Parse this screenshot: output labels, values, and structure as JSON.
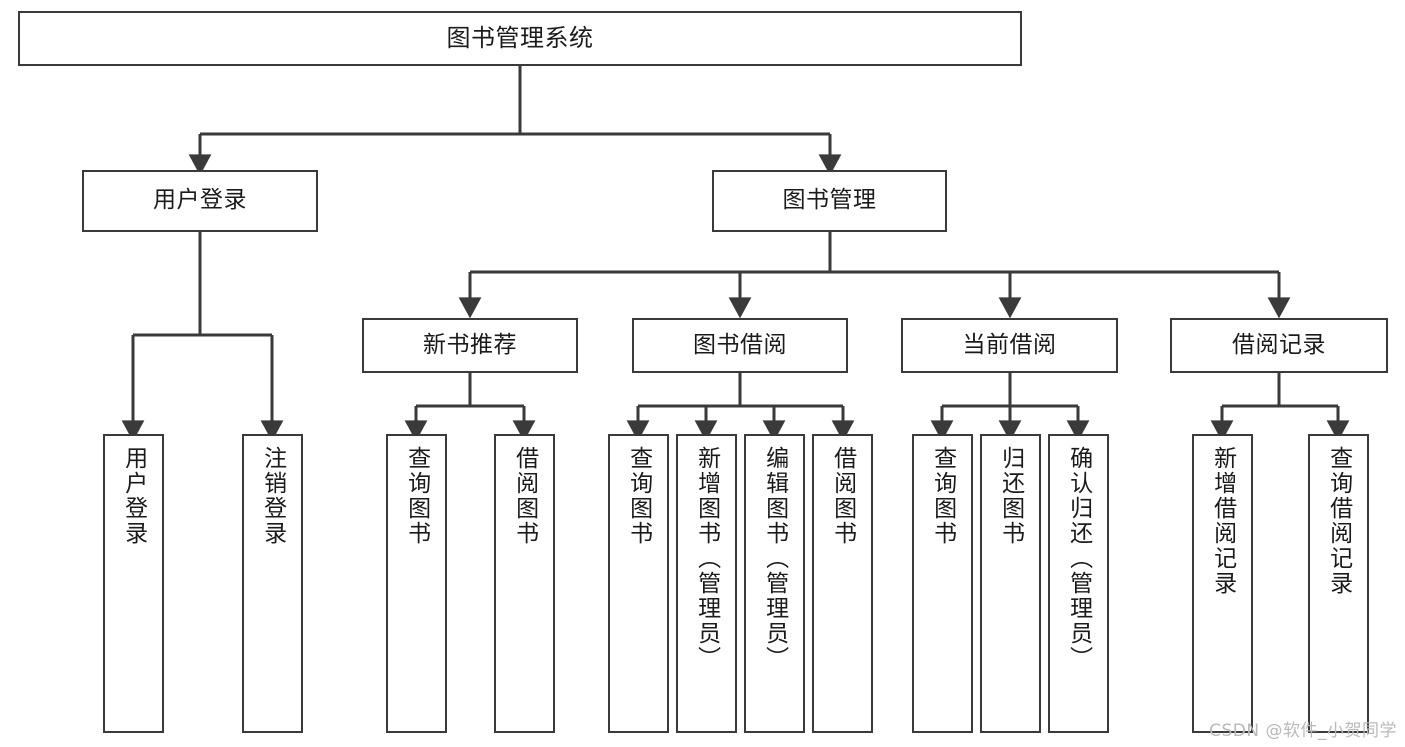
{
  "diagram": {
    "title": "图书管理系统",
    "type": "tree-hierarchy-chart",
    "stroke_color": "#3a3a3a",
    "text_color": "#1b1b1b",
    "background_color": "#ffffff"
  },
  "nodes": {
    "root": {
      "label": "图书管理系统"
    },
    "level2": [
      {
        "label": "用户登录"
      },
      {
        "label": "图书管理"
      }
    ],
    "level3": [
      {
        "label": "新书推荐"
      },
      {
        "label": "图书借阅"
      },
      {
        "label": "当前借阅"
      },
      {
        "label": "借阅记录"
      }
    ],
    "leaves_user_login": [
      {
        "label": "用户登录"
      },
      {
        "label": "注销登录"
      }
    ],
    "leaves_new_book": [
      {
        "label": "查询图书"
      },
      {
        "label": "借阅图书"
      }
    ],
    "leaves_borrow": [
      {
        "label": "查询图书"
      },
      {
        "label": "新增图书（管理员）"
      },
      {
        "label": "编辑图书（管理员）"
      },
      {
        "label": "借阅图书"
      }
    ],
    "leaves_current": [
      {
        "label": "查询图书"
      },
      {
        "label": "归还图书"
      },
      {
        "label": "确认归还（管理员）"
      }
    ],
    "leaves_record": [
      {
        "label": "新增借阅记录"
      },
      {
        "label": "查询借阅记录"
      }
    ]
  },
  "watermark": {
    "text": "CSDN @软件_小贺同学"
  }
}
